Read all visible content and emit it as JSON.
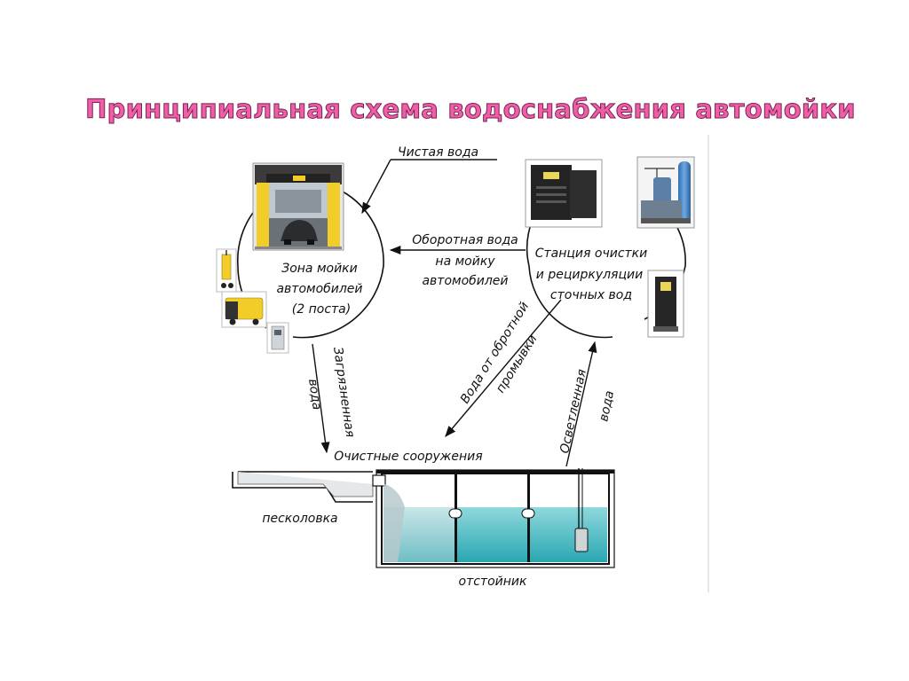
{
  "title": "Принципиальная схема водоснабжения автомойки",
  "flows": {
    "clean_water": "Чистая вода",
    "recycled_water_line1": "Оборотная вода",
    "recycled_water_line2": "на мойку",
    "recycled_water_line3": "автомобилей",
    "dirty_water_line1": "Загрязненная",
    "dirty_water_line2": "вода",
    "backwash_line1": "Вода от обротной",
    "backwash_line2": "промывки",
    "clarified_line1": "Осветленная",
    "clarified_line2": "вода"
  },
  "zones": {
    "wash_line1": "Зона мойки",
    "wash_line2": "автомобилей",
    "wash_line3": "(2 поста)",
    "station_line1": "Станция очистки",
    "station_line2": "и рециркуляции",
    "station_line3": "сточных вод"
  },
  "tank": {
    "title": "Очистные сооружения",
    "sand_trap": "песколовка",
    "settler": "отстойник"
  },
  "colors": {
    "title_fill": "#ee5fa7",
    "title_outline": "#7b1f52",
    "water": "#2fb3bd",
    "line": "#111111"
  },
  "icons": [
    "car-wash-photo-icon",
    "pressure-washer-icon",
    "hot-water-washer-icon",
    "vending-terminal-icon",
    "treatment-unit-icon",
    "filter-tanks-icon",
    "submersible-pump-icon"
  ]
}
